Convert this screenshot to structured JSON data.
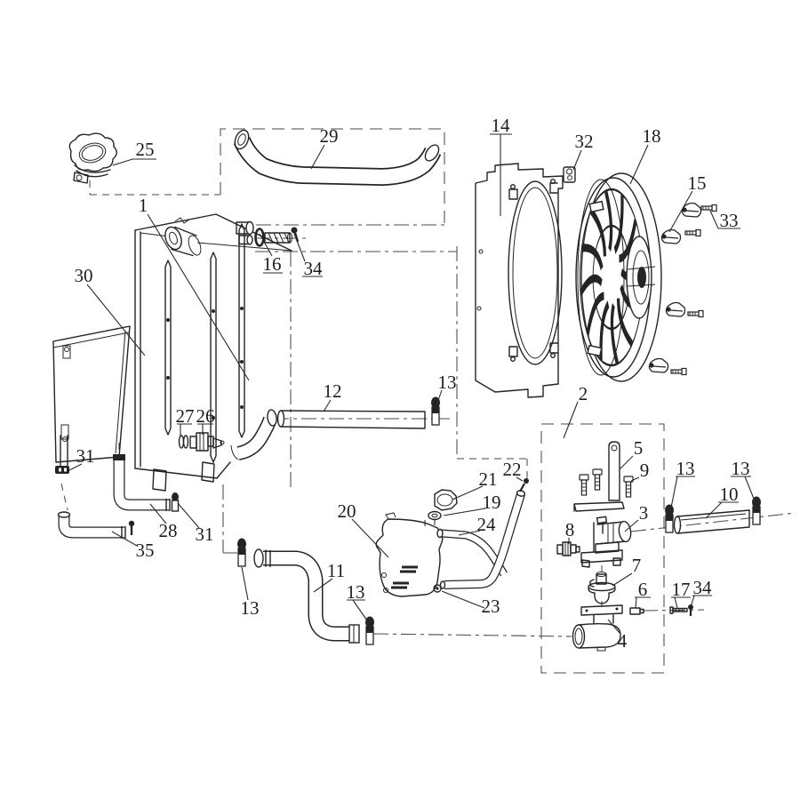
{
  "diagram": {
    "background": "#ffffff",
    "line_color": "#242424",
    "kind": "exploded parts line diagram"
  },
  "callouts": {
    "c25": {
      "label": "25"
    },
    "c29": {
      "label": "29"
    },
    "c1": {
      "label": "1"
    },
    "c30": {
      "label": "30"
    },
    "c16": {
      "label": "16"
    },
    "c34a": {
      "label": "34"
    },
    "c14": {
      "label": "14"
    },
    "c32": {
      "label": "32"
    },
    "c18": {
      "label": "18"
    },
    "c15": {
      "label": "15"
    },
    "c33": {
      "label": "33"
    },
    "c12": {
      "label": "12"
    },
    "c13b": {
      "label": "13"
    },
    "c2": {
      "label": "2"
    },
    "c5": {
      "label": "5"
    },
    "c9": {
      "label": "9"
    },
    "c3": {
      "label": "3"
    },
    "c8": {
      "label": "8"
    },
    "c7": {
      "label": "7"
    },
    "c6": {
      "label": "6"
    },
    "c17": {
      "label": "17"
    },
    "c34b": {
      "label": "34"
    },
    "c4": {
      "label": "4"
    },
    "c13d": {
      "label": "13"
    },
    "c13e": {
      "label": "13"
    },
    "c10": {
      "label": "10"
    },
    "c22": {
      "label": "22"
    },
    "c21": {
      "label": "21"
    },
    "c19": {
      "label": "19"
    },
    "c24": {
      "label": "24"
    },
    "c20": {
      "label": "20"
    },
    "c23": {
      "label": "23"
    },
    "c27": {
      "label": "27"
    },
    "c26": {
      "label": "26"
    },
    "c31a": {
      "label": "31"
    },
    "c28": {
      "label": "28"
    },
    "c31b": {
      "label": "31"
    },
    "c35": {
      "label": "35"
    },
    "c11": {
      "label": "11"
    },
    "c13a": {
      "label": "13"
    },
    "c13c": {
      "label": "13"
    }
  }
}
